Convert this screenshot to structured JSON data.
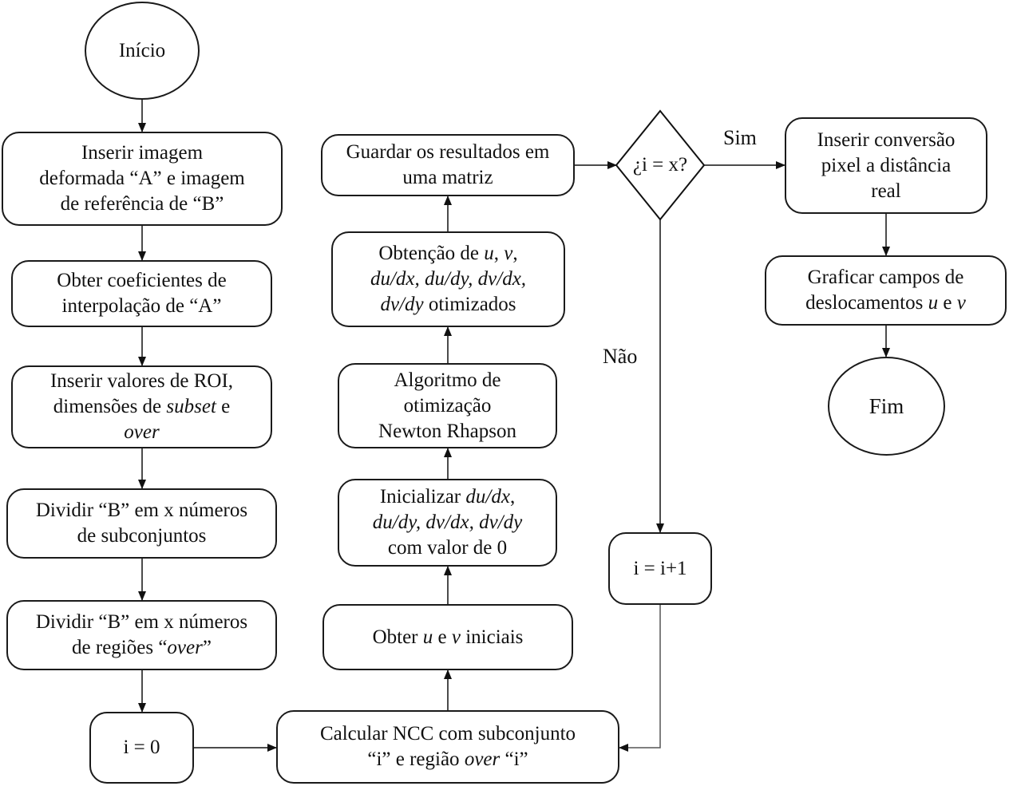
{
  "nodes": {
    "start": "Início",
    "insert_images": [
      "Inserir imagem",
      "deformada “A” e imagem",
      "de referência de “B”"
    ],
    "interp_coeffs": [
      "Obter coeficientes de",
      "interpolação de “A”"
    ],
    "roi": {
      "line1": "Inserir valores de ROI,",
      "line2_a": "dimensões de ",
      "line2_b": "subset",
      "line2_c": " e",
      "line3": "over"
    },
    "divide_subsets": [
      "Dividir “B” em x números",
      "de subconjuntos"
    ],
    "divide_over": {
      "line1": "Dividir “B” em x números",
      "line2_a": "de regiões “",
      "line2_b": "over",
      "line2_c": "”"
    },
    "i_zero": "i = 0",
    "ncc": {
      "line1": "Calcular NCC com subconjunto",
      "line2_a": "“i” e região ",
      "line2_b": "over",
      "line2_c": " “i”"
    },
    "initial_uv": {
      "a": "Obter ",
      "b": "u",
      "c": " e ",
      "d": "v",
      "e": " iniciais"
    },
    "init_derivs": {
      "line1_a": "Inicializar ",
      "line1_b": "du/dx",
      "line1_c": ",",
      "line2": "du/dy, dv/dx, dv/dy",
      "line3": "com  valor de 0"
    },
    "algorithm": [
      "Algoritmo de",
      "otimização",
      "Newton Rhapson"
    ],
    "obtain": {
      "line1_a": "Obtenção  de ",
      "line1_b": "u",
      "line1_c": ", ",
      "line1_d": "v",
      "line1_e": ",",
      "line2": "du/dx, du/dy, dv/dx,",
      "line3_a": "dv/dy",
      "line3_b": " otimizados"
    },
    "save": [
      "Guardar os resultados em",
      "uma matriz"
    ],
    "decision": "¿i = x?",
    "increment": "i = i+1",
    "conversion": [
      "Inserir conversão",
      "pixel a distância",
      "real"
    ],
    "plot": {
      "line1": "Graficar campos de",
      "line2_a": "deslocamentos ",
      "line2_b": "u",
      "line2_c": " e ",
      "line2_d": "v"
    },
    "end": "Fim"
  },
  "edge_labels": {
    "yes": "Sim",
    "no": "Não"
  }
}
